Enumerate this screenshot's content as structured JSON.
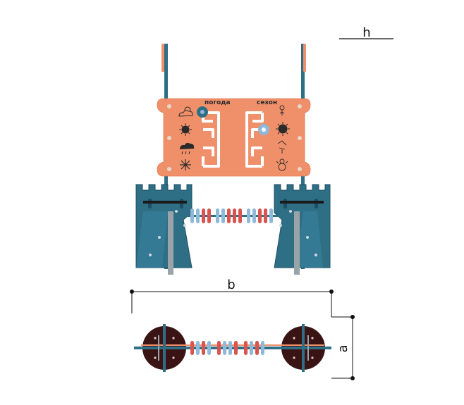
{
  "panel": {
    "left_label": "погода",
    "right_label": "сезон"
  },
  "dimensions": {
    "height_label": "h",
    "width_label": "b",
    "depth_label": "a"
  },
  "colors": {
    "panel": "#f0906a",
    "tower": "#2e6f86",
    "tower_dark": "#1f4f63",
    "bead_red": "#d9534f",
    "bead_blue": "#8fb9d9",
    "base_disc": "#3a1414",
    "post": "#9aa4a8"
  }
}
